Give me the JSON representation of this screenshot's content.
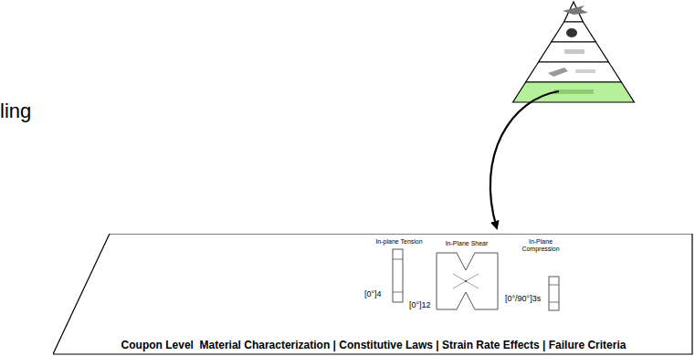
{
  "diagram": {
    "nodes": [
      {
        "text": [
          "Coupon Level  Material Characterization | Constitutive Laws | Strain Rate Effects | Failure Criteria"
        ]
      }
    ],
    "labels": [
      "ling",
      "In-plane Tension",
      "In-Plane Shear",
      "In-Plane Compression",
      "[0°]4",
      "[0°]12",
      "[0°/90°]3s"
    ]
  }
}
